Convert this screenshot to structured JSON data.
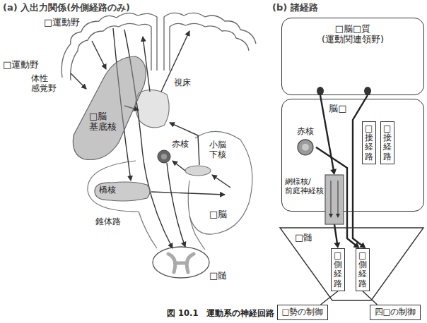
{
  "diagram": {
    "caption": "図 10.1　運動系の神経回路",
    "nodes": [
      {
        "text": [
          "□脳 基底核"
        ]
      },
      {
        "text": [
          "橋核"
        ]
      },
      {
        "text": [
          "□脳□質 (運動関連領野)"
        ]
      },
      {
        "text": [
          "脳□"
        ]
      },
      {
        "text": [
          "赤核"
        ],
        "in": 3
      },
      {
        "text": [
          "□接経路"
        ],
        "in": 3
      },
      {
        "text": [
          "□接経路"
        ],
        "in": 3
      },
      {
        "text": [
          "網様核/ 前庭神経核"
        ],
        "in": 3
      },
      {
        "text": [
          "□髄"
        ]
      },
      {
        "text": [
          "□側経路"
        ],
        "in": 8
      },
      {
        "text": [
          "□側経路"
        ],
        "in": 8
      },
      {
        "text": [
          "□勢の制御"
        ]
      },
      {
        "text": [
          "四□の制御"
        ]
      }
    ],
    "edges": [
      {
        "from": 2,
        "to": 7,
        "arrow": "to"
      },
      {
        "from": 7,
        "to": 9,
        "arrow": "to"
      },
      {
        "from": 4,
        "to": 10,
        "arrow": "to"
      },
      {
        "from": 2,
        "to": 10,
        "arrow": "to"
      },
      {
        "from": 9,
        "to": 11,
        "arrow": "none"
      },
      {
        "from": 10,
        "to": 12,
        "arrow": "none"
      }
    ],
    "labels": [
      "(a) 入出力関係(外側経路のみ)",
      "□運動野",
      "□運動野",
      "体性 感覚野",
      "視床",
      "赤核",
      "小脳 下核",
      "錐体路",
      "□脳",
      "□髄",
      "(b) 諸経路"
    ]
  }
}
